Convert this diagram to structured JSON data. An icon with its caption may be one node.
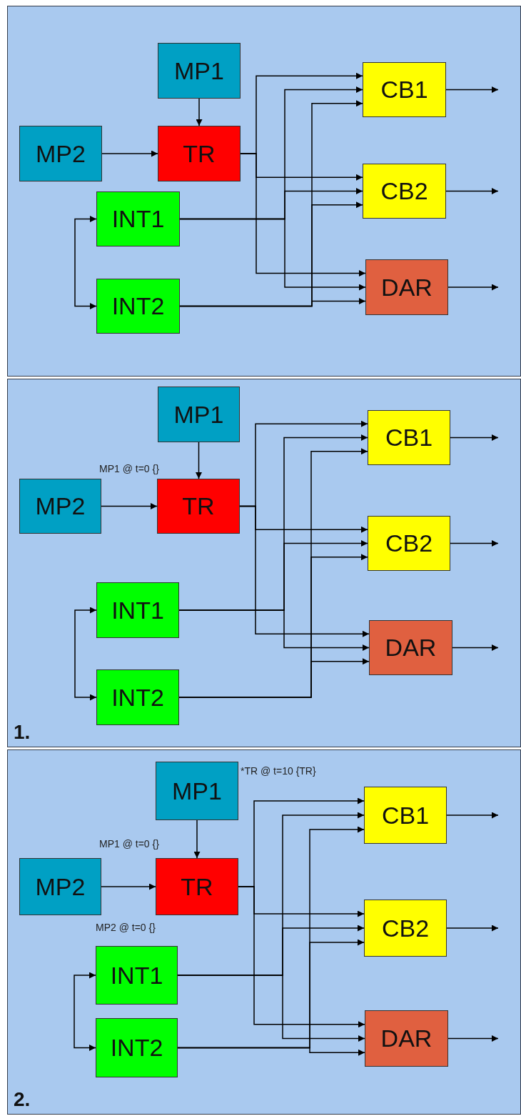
{
  "diagram": {
    "nodes": [
      {
        "text": [],
        "shape": "box"
      },
      {
        "text": [
          "MP1"
        ],
        "in": 0
      },
      {
        "text": [
          "MP2"
        ],
        "in": 0
      },
      {
        "text": [
          "TR"
        ],
        "in": 0
      },
      {
        "text": [
          "INT1"
        ],
        "in": 0
      },
      {
        "text": [
          "INT2"
        ],
        "in": 0
      },
      {
        "text": [
          "CB1"
        ],
        "in": 0
      },
      {
        "text": [
          "CB2"
        ],
        "in": 0
      },
      {
        "text": [
          "DAR"
        ],
        "in": 0
      },
      {
        "text": [
          "1."
        ]
      },
      {
        "text": [
          "MP1"
        ],
        "in": 9
      },
      {
        "text": [
          "MP2"
        ],
        "in": 9
      },
      {
        "text": [
          "TR"
        ],
        "in": 9
      },
      {
        "text": [
          "INT1"
        ],
        "in": 9
      },
      {
        "text": [
          "INT2"
        ],
        "in": 9
      },
      {
        "text": [
          "CB1"
        ],
        "in": 9
      },
      {
        "text": [
          "CB2"
        ],
        "in": 9
      },
      {
        "text": [
          "DAR"
        ],
        "in": 9
      },
      {
        "text": [
          "2."
        ]
      },
      {
        "text": [
          "MP1"
        ],
        "in": 18
      },
      {
        "text": [
          "MP2"
        ],
        "in": 18
      },
      {
        "text": [
          "TR"
        ],
        "in": 18
      },
      {
        "text": [
          "INT1"
        ],
        "in": 18
      },
      {
        "text": [
          "INT2"
        ],
        "in": 18
      },
      {
        "text": [
          "CB1"
        ],
        "in": 18
      },
      {
        "text": [
          "CB2"
        ],
        "in": 18
      },
      {
        "text": [
          "DAR"
        ],
        "in": 18
      }
    ],
    "edges": [
      {
        "from": 1,
        "to": 3,
        "arrow": "to"
      },
      {
        "from": 2,
        "to": 3,
        "arrow": "to"
      },
      {
        "from": 4,
        "to": 5,
        "arrow": "both"
      },
      {
        "from": 3,
        "to": 6,
        "arrow": "to"
      },
      {
        "from": 3,
        "to": 7,
        "arrow": "to"
      },
      {
        "from": 3,
        "to": 8,
        "arrow": "to"
      },
      {
        "from": 4,
        "to": 6,
        "arrow": "to"
      },
      {
        "from": 4,
        "to": 7,
        "arrow": "to"
      },
      {
        "from": 4,
        "to": 8,
        "arrow": "to"
      },
      {
        "from": 5,
        "to": 6,
        "arrow": "to"
      },
      {
        "from": 5,
        "to": 7,
        "arrow": "to"
      },
      {
        "from": 5,
        "to": 8,
        "arrow": "to"
      },
      {
        "from": 6,
        "to": null,
        "arrow": "to"
      },
      {
        "from": 7,
        "to": null,
        "arrow": "to"
      },
      {
        "from": 8,
        "to": null,
        "arrow": "to"
      },
      {
        "from": 10,
        "to": 12,
        "arrow": "to"
      },
      {
        "from": 11,
        "to": 12,
        "arrow": "to"
      },
      {
        "from": 13,
        "to": 14,
        "arrow": "both"
      },
      {
        "from": 12,
        "to": 15,
        "arrow": "to"
      },
      {
        "from": 12,
        "to": 16,
        "arrow": "to"
      },
      {
        "from": 12,
        "to": 17,
        "arrow": "to"
      },
      {
        "from": 13,
        "to": 15,
        "arrow": "to"
      },
      {
        "from": 13,
        "to": 16,
        "arrow": "to"
      },
      {
        "from": 13,
        "to": 17,
        "arrow": "to"
      },
      {
        "from": 14,
        "to": 15,
        "arrow": "to"
      },
      {
        "from": 14,
        "to": 16,
        "arrow": "to"
      },
      {
        "from": 14,
        "to": 17,
        "arrow": "to"
      },
      {
        "from": 15,
        "to": null,
        "arrow": "to"
      },
      {
        "from": 16,
        "to": null,
        "arrow": "to"
      },
      {
        "from": 17,
        "to": null,
        "arrow": "to"
      },
      {
        "from": 19,
        "to": 21,
        "arrow": "to"
      },
      {
        "from": 20,
        "to": 21,
        "arrow": "to"
      },
      {
        "from": 22,
        "to": 23,
        "arrow": "both"
      },
      {
        "from": 21,
        "to": 24,
        "arrow": "to"
      },
      {
        "from": 21,
        "to": 25,
        "arrow": "to"
      },
      {
        "from": 21,
        "to": 26,
        "arrow": "to"
      },
      {
        "from": 22,
        "to": 24,
        "arrow": "to"
      },
      {
        "from": 22,
        "to": 25,
        "arrow": "to"
      },
      {
        "from": 22,
        "to": 26,
        "arrow": "to"
      },
      {
        "from": 23,
        "to": 24,
        "arrow": "to"
      },
      {
        "from": 23,
        "to": 25,
        "arrow": "to"
      },
      {
        "from": 23,
        "to": 26,
        "arrow": "to"
      },
      {
        "from": 24,
        "to": null,
        "arrow": "to"
      },
      {
        "from": 25,
        "to": null,
        "arrow": "to"
      },
      {
        "from": 26,
        "to": null,
        "arrow": "to"
      }
    ],
    "labels": [
      "MP1 @ t=0 {}",
      "MP1 @ t=0 {}",
      "*TR @ t=10 {TR}",
      "MP2 @ t=0 {}"
    ]
  }
}
